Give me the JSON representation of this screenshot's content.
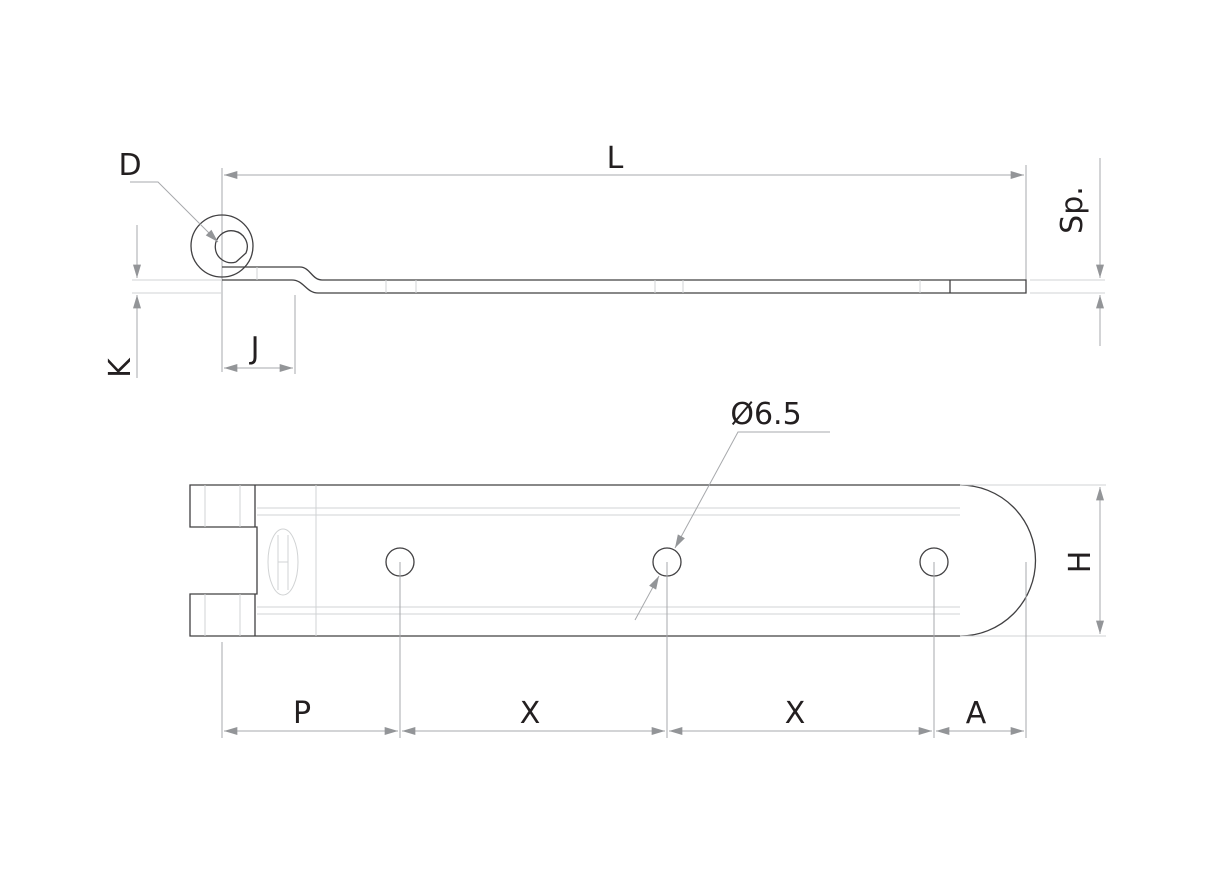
{
  "side_view": {
    "labels": {
      "length": "L",
      "diameter": "D",
      "thickness": "Sp.",
      "offset": "K",
      "bend": "J"
    }
  },
  "front_view": {
    "labels": {
      "hole_diameter": "Ø6.5",
      "height": "H",
      "first_pitch": "P",
      "pitch_1": "X",
      "pitch_2": "X",
      "end": "A"
    },
    "hole_count": 3
  },
  "colors": {
    "outline": "#414042",
    "dimension": "#a7a9ac",
    "text": "#231f20"
  }
}
